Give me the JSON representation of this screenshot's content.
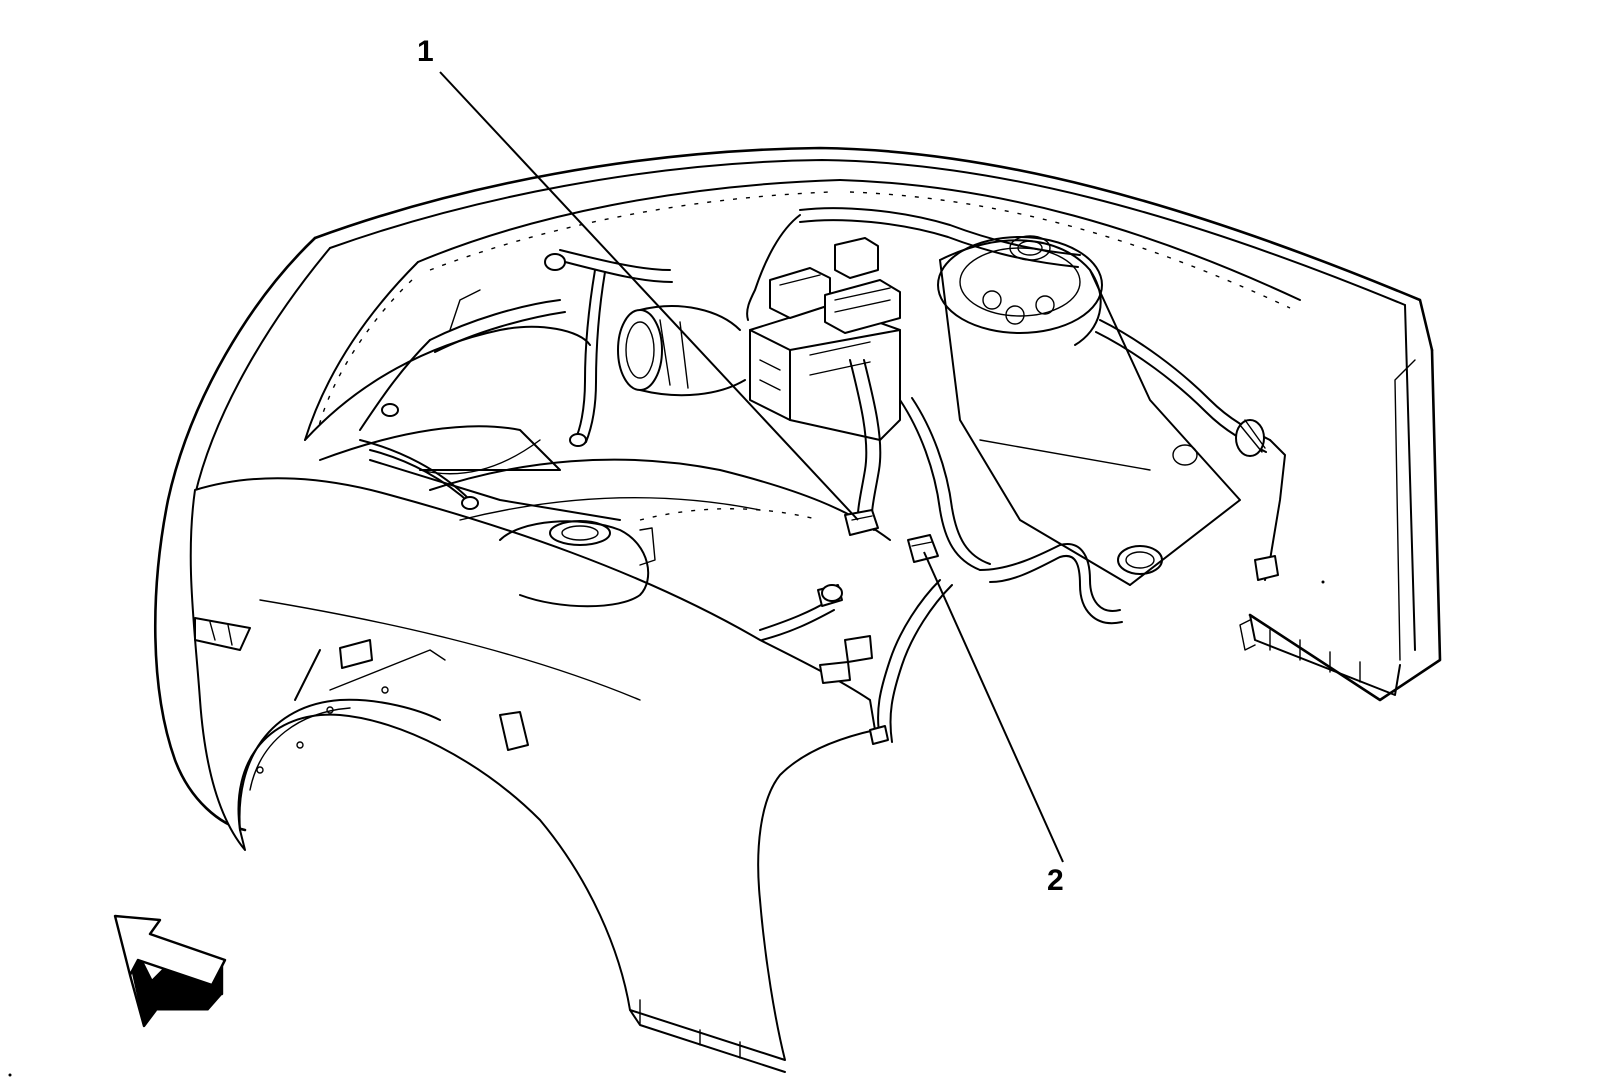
{
  "diagram": {
    "callouts": [
      {
        "id": "1",
        "label": "1"
      },
      {
        "id": "2",
        "label": "2"
      }
    ],
    "colors": {
      "line": "#000000",
      "background": "#ffffff"
    },
    "icons": [
      "view-direction-arrow-icon"
    ]
  }
}
